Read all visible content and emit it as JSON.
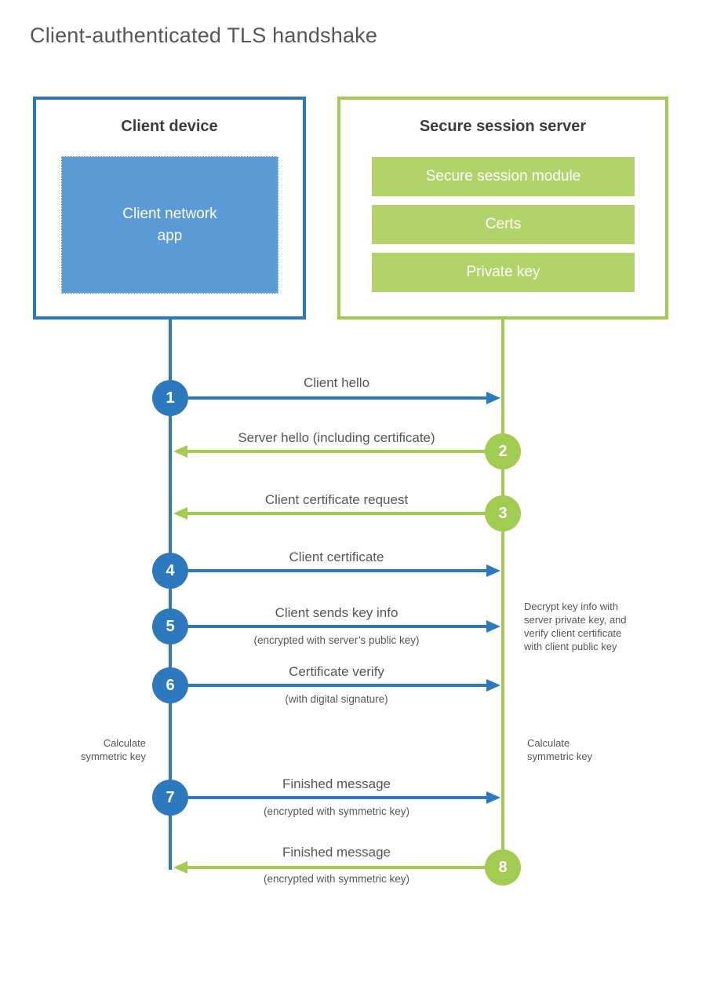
{
  "title": "Client-authenticated TLS handshake",
  "colors": {
    "client_accent": "#2d79bd",
    "client_fill": "#5b9bd5",
    "server_accent": "#a2cb52",
    "server_fill": "#b2d36a",
    "text_gray": "#55565a",
    "heading_dark": "#3c3c3f"
  },
  "client": {
    "title": "Client device",
    "app_label": "Client network\napp"
  },
  "server": {
    "title": "Secure session server",
    "modules": [
      "Secure session module",
      "Certs",
      "Private key"
    ]
  },
  "messages": [
    {
      "num": "1",
      "label": "Client hello",
      "sub": "",
      "direction": "client-to-server"
    },
    {
      "num": "2",
      "label": "Server hello (including certificate)",
      "sub": "",
      "direction": "server-to-client"
    },
    {
      "num": "3",
      "label": "Client certificate request",
      "sub": "",
      "direction": "server-to-client"
    },
    {
      "num": "4",
      "label": "Client certificate",
      "sub": "",
      "direction": "client-to-server"
    },
    {
      "num": "5",
      "label": "Client sends key info",
      "sub": "(encrypted with server’s public key)",
      "direction": "client-to-server"
    },
    {
      "num": "6",
      "label": "Certificate verify",
      "sub": "(with digital signature)",
      "direction": "client-to-server"
    },
    {
      "num": "7",
      "label": "Finished message",
      "sub": "(encrypted with symmetric key)",
      "direction": "client-to-server"
    },
    {
      "num": "8",
      "label": "Finished message",
      "sub": "(encrypted with symmetric key)",
      "direction": "server-to-client"
    }
  ],
  "notes": {
    "decrypt": "Decrypt key info with\nserver private key, and\nverify client certificate\nwith client public key",
    "client_calc": "Calculate\nsymmetric key",
    "server_calc": "Calculate\nsymmetric key"
  }
}
